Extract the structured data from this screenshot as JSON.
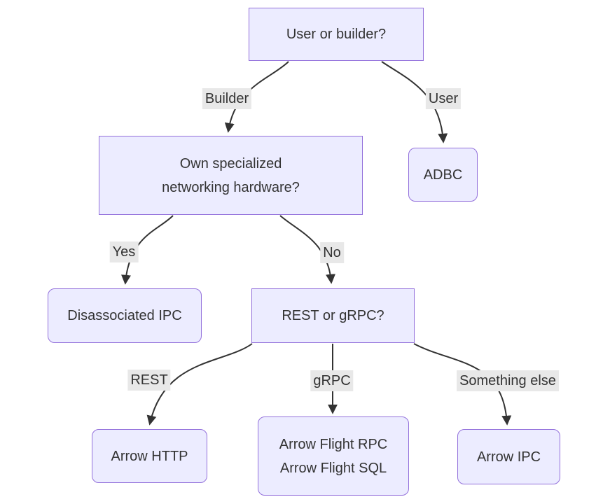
{
  "diagram": {
    "type": "flowchart",
    "direction": "top-down",
    "nodes": {
      "user_or_builder": {
        "label": "User or builder?",
        "shape": "rectangle"
      },
      "own_hardware": {
        "label": "Own specialized networking hardware?",
        "line1": "Own specialized",
        "line2": "networking hardware?",
        "shape": "rectangle"
      },
      "adbc": {
        "label": "ADBC",
        "shape": "rounded"
      },
      "disassociated_ipc": {
        "label": "Disassociated IPC",
        "shape": "rounded"
      },
      "rest_or_grpc": {
        "label": "REST or gRPC?",
        "shape": "rectangle"
      },
      "arrow_http": {
        "label": "Arrow HTTP",
        "shape": "rounded"
      },
      "arrow_flight": {
        "label": "Arrow Flight RPC Arrow Flight SQL",
        "line1": "Arrow Flight RPC",
        "line2": "Arrow Flight SQL",
        "shape": "rounded"
      },
      "arrow_ipc": {
        "label": "Arrow IPC",
        "shape": "rounded"
      }
    },
    "edges": [
      {
        "from": "user_or_builder",
        "to": "own_hardware",
        "label": "Builder"
      },
      {
        "from": "user_or_builder",
        "to": "adbc",
        "label": "User"
      },
      {
        "from": "own_hardware",
        "to": "disassociated_ipc",
        "label": "Yes"
      },
      {
        "from": "own_hardware",
        "to": "rest_or_grpc",
        "label": "No"
      },
      {
        "from": "rest_or_grpc",
        "to": "arrow_http",
        "label": "REST"
      },
      {
        "from": "rest_or_grpc",
        "to": "arrow_flight",
        "label": "gRPC"
      },
      {
        "from": "rest_or_grpc",
        "to": "arrow_ipc",
        "label": "Something else"
      }
    ],
    "colors": {
      "node_fill": "#ECECFF",
      "node_border": "#9370DB",
      "edge_line": "#333333",
      "edge_label_bg": "#e8e8e8",
      "text": "#333333",
      "background": "#ffffff"
    }
  }
}
